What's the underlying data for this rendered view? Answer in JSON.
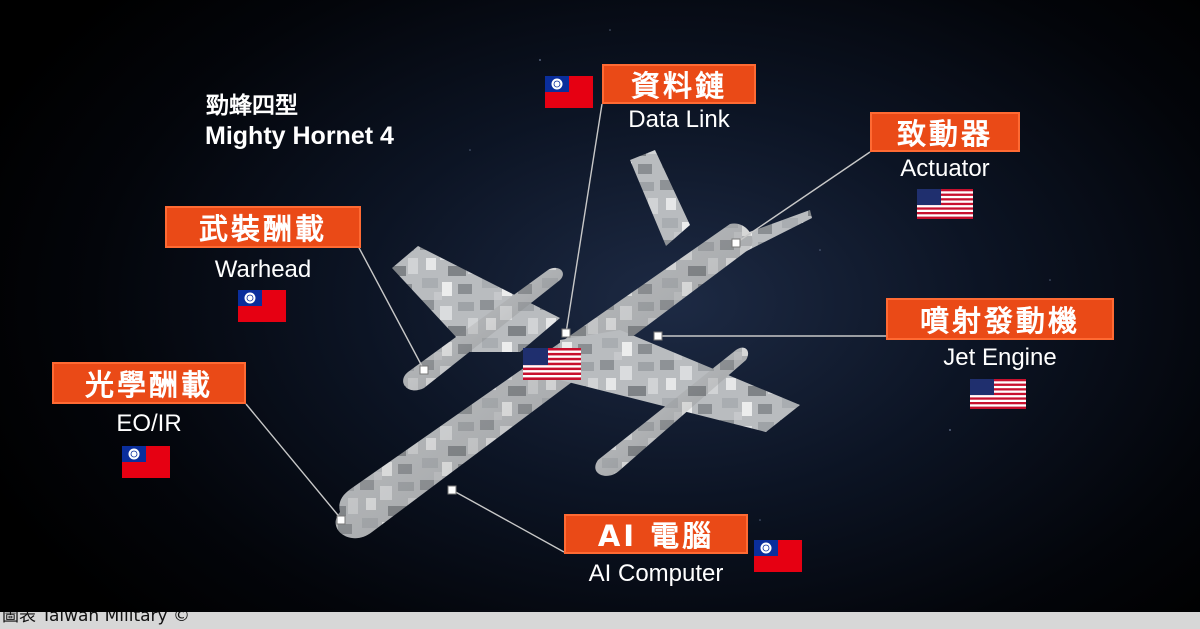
{
  "title": {
    "zh": "勁蜂四型",
    "en": "Mighty Hornet 4"
  },
  "components": [
    {
      "id": "datalink",
      "zh": "資料鏈",
      "en": "Data Link",
      "flag": "tw-flag-icon"
    },
    {
      "id": "actuator",
      "zh": "致動器",
      "en": "Actuator",
      "flag": "us-flag-icon"
    },
    {
      "id": "warhead",
      "zh": "武裝酬載",
      "en": "Warhead",
      "flag": "tw-flag-icon"
    },
    {
      "id": "jetengine",
      "zh": "噴射發動機",
      "en": "Jet Engine",
      "flag": "us-flag-icon"
    },
    {
      "id": "eoir",
      "zh": "光學酬載",
      "en": "EO/IR",
      "flag": "tw-flag-icon"
    },
    {
      "id": "aicomputer",
      "zh": "AI 電腦",
      "en": "AI Computer",
      "flag": "tw-flag-icon"
    }
  ],
  "aircraft": {
    "center_flag": "us-flag-icon",
    "label_zh": "勁蜂四型",
    "label_en": "Mighty Hornet 4"
  },
  "footer": {
    "text": "圖表 Taiwan Military ©"
  },
  "colors": {
    "tag": "#ea4a17",
    "background": "#000000",
    "line": "#c8c8c8"
  }
}
